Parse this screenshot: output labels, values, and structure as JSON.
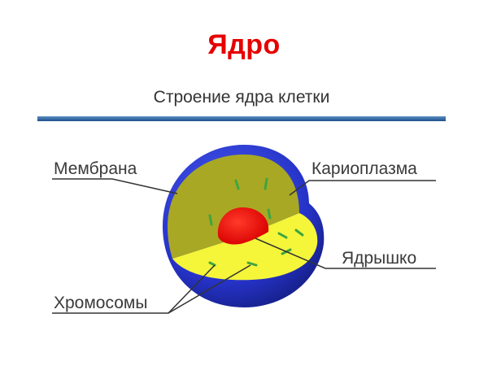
{
  "title": "Ядро",
  "diagram": {
    "subtitle": "Строение ядра клетки",
    "labels": {
      "membrane": "Мембрана",
      "karyoplasm": "Кариоплазма",
      "nucleolus": "Ядрышко",
      "chromosomes": "Хромосомы"
    },
    "colors": {
      "title": "#e60000",
      "membrane": "#2633c9",
      "karyoplasm_dark": "#a8a824",
      "karyoplasm_light": "#f5f53a",
      "nucleolus": "#ee1010",
      "chromosomes": "#3fa53f",
      "header_bar": "#1f4f8a"
    }
  }
}
